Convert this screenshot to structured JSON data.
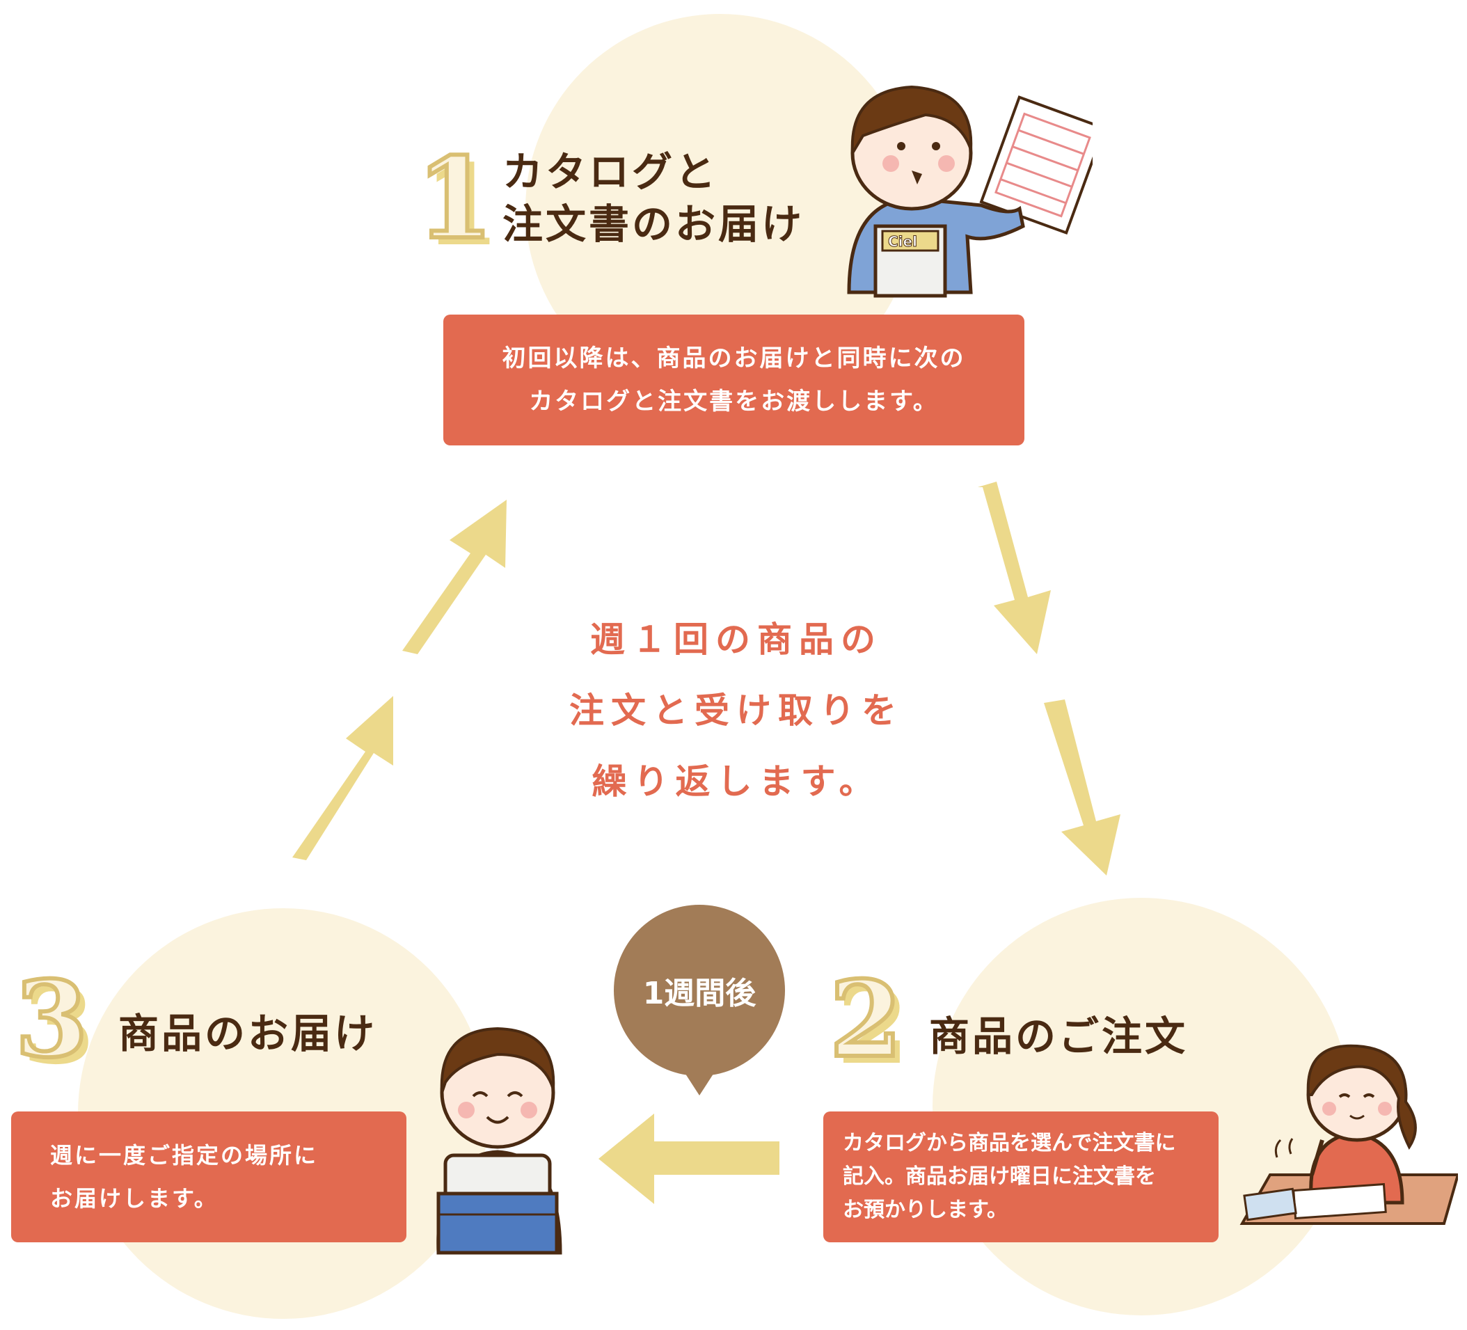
{
  "step1": {
    "number": "1",
    "title_line1": "カタログと",
    "title_line2": "注文書のお届け",
    "description": "初回以降は、商品のお届けと同時に次の\nカタログと注文書をお渡しします。"
  },
  "step2": {
    "number": "2",
    "title": "商品のご注文",
    "description": "カタログから商品を選んで注文書に\n記入。商品お届け曜日に注文書を\nお預かりします。"
  },
  "step3": {
    "number": "3",
    "title": "商品のお届け",
    "description": "週に一度ご指定の場所に\nお届けします。"
  },
  "center": {
    "line1": "週１回の商品の",
    "line2": "注文と受け取りを",
    "line3": "繰り返します。"
  },
  "bubble": {
    "label": "1週間後"
  },
  "catalog_logo": "Ciel",
  "colors": {
    "circle_bg": "#fbf3de",
    "accent_red": "#e26a50",
    "arrow_yellow": "#ecd98b",
    "title_brown": "#4a2a12",
    "bubble_brown": "#a27c57"
  }
}
